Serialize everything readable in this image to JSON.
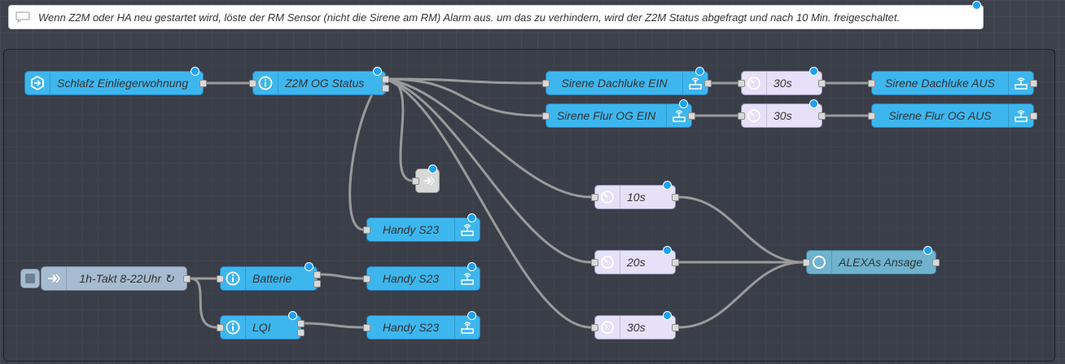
{
  "comment": {
    "text": "Wenn Z2M oder HA neu gestartet wird, löste der RM Sensor (nicht die Sirene am RM) Alarm aus. um das zu verhindern, wird der Z2M Status abgefragt und nach 10 Min. freigeschaltet."
  },
  "nodes": {
    "schlafz": "Schlafz Einliegerwohnung",
    "z2m_status": "Z2M OG Status",
    "sirene_dach_ein": "Sirene Dachluke EIN",
    "sirene_flur_ein": "Sirene Flur OG EIN",
    "delay_30_top": "30s",
    "delay_30_mid": "30s",
    "sirene_dach_aus": "Sirene Dachluke AUS",
    "sirene_flur_aus": "Sirene Flur OG AUS",
    "handy_1": "Handy S23",
    "handy_2": "Handy S23",
    "handy_3": "Handy S23",
    "delay_10": "10s",
    "delay_20": "20s",
    "delay_30_low": "30s",
    "alexa": "ALEXAs Ansage",
    "takt": "1h-Takt 8-22Uhr ↻",
    "batterie": "Batterie",
    "lqi": "LQI"
  },
  "icons": {
    "ha_event": "arrow-in-hexagon-icon",
    "info": "info-icon",
    "wifi_router": "router-icon",
    "timer": "timer-icon",
    "circle": "circle-icon",
    "inject": "inject-arrow-icon",
    "link_out": "link-out-icon"
  },
  "colors": {
    "canvas": "#3d414b",
    "node_blue": "#3db6ee",
    "node_delay": "#e6e0f8",
    "node_grey": "#a6bbcf",
    "wire": "#9a9a9a",
    "status_dot": "#1ea1f2"
  }
}
